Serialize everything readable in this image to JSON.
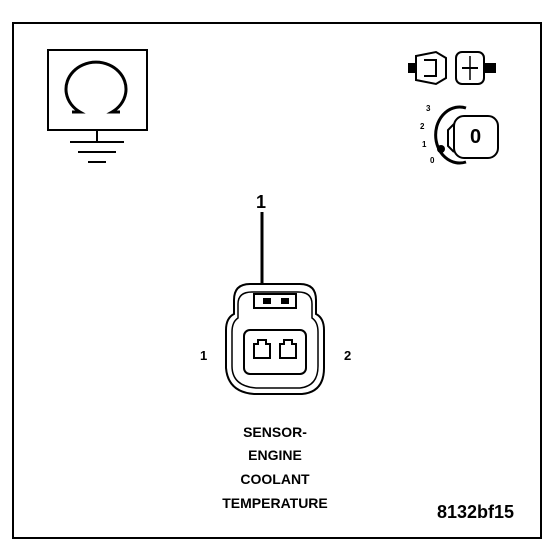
{
  "callout_number": "1",
  "pin_left_label": "1",
  "pin_right_label": "2",
  "caption": [
    "SENSOR-",
    "ENGINE",
    "COOLANT",
    "TEMPERATURE"
  ],
  "figure_id": "8132bf15",
  "key_switch": {
    "key_letter": "0",
    "positions": [
      "3",
      "2",
      "1",
      "0"
    ]
  },
  "icons": {
    "meter": "ohmmeter-ground-icon",
    "connector": "disconnected-connector-icon",
    "ignition": "ignition-key-off-icon"
  }
}
